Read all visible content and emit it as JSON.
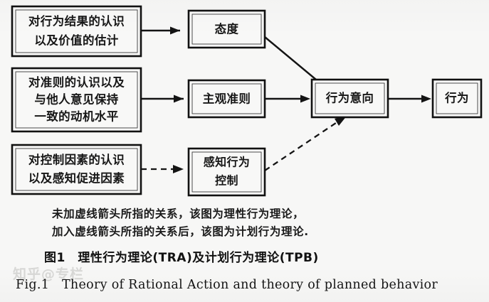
{
  "figure": {
    "background_color": "#f7f7f6",
    "line_color": "#141414",
    "box_fill": "#f8f8f7"
  },
  "nodes": {
    "belief_outcome": {
      "id": "belief-outcome",
      "lines": [
        "对行为结果的认识",
        "以及价值的估计"
      ],
      "line1": "对行为结果的认识",
      "line2": "以及价值的估计"
    },
    "normative_belief": {
      "id": "normative-belief",
      "lines": [
        "对准则的认识以及",
        "与他人意见保持",
        "一致的动机水平"
      ],
      "line1": "对准则的认识以及",
      "line2": "与他人意见保持",
      "line3": "一致的动机水平"
    },
    "control_belief": {
      "id": "control-belief",
      "lines": [
        "对控制因素的认识",
        "以及感知促进因素"
      ],
      "line1": "对控制因素的认识",
      "line2": "以及感知促进因素"
    },
    "attitude": {
      "id": "attitude",
      "label": "态度"
    },
    "subjective_norm": {
      "id": "subjective-norm",
      "label": "主观准则"
    },
    "perceived_control": {
      "id": "perceived-behavioral-control",
      "lines": [
        "感知行为",
        "控制"
      ],
      "line1": "感知行为",
      "line2": "控制"
    },
    "intention": {
      "id": "behavioral-intention",
      "label": "行为意向"
    },
    "behavior": {
      "id": "behavior",
      "label": "行为"
    }
  },
  "edges": [
    {
      "id": "belief-to-attitude",
      "style": "solid",
      "from": "belief_outcome",
      "to": "attitude"
    },
    {
      "id": "norm-belief-to-subjective-norm",
      "style": "solid",
      "from": "normative_belief",
      "to": "subjective_norm"
    },
    {
      "id": "control-belief-to-perceived-control",
      "style": "dashed",
      "from": "control_belief",
      "to": "perceived_control"
    },
    {
      "id": "attitude-to-intention",
      "style": "solid",
      "from": "attitude",
      "to": "intention"
    },
    {
      "id": "subjective-norm-to-intention",
      "style": "solid",
      "from": "subjective_norm",
      "to": "intention"
    },
    {
      "id": "perceived-control-to-intention",
      "style": "dashed",
      "from": "perceived_control",
      "to": "intention"
    },
    {
      "id": "intention-to-behavior",
      "style": "solid",
      "from": "intention",
      "to": "behavior"
    }
  ],
  "caption": {
    "note_line1": "未加虚线箭头所指的关系，该图为理性行为理论，",
    "note_line2": "加入虚线箭头所指的关系后，该图为计划行为理论.",
    "title_cn": "图1　理性行为理论(TRA)及计划行为理论(TPB)",
    "title_en": "Fig.1　Theory of Rational Action and theory of planned behavior"
  },
  "watermark": {
    "text": "知乎@专栏"
  }
}
